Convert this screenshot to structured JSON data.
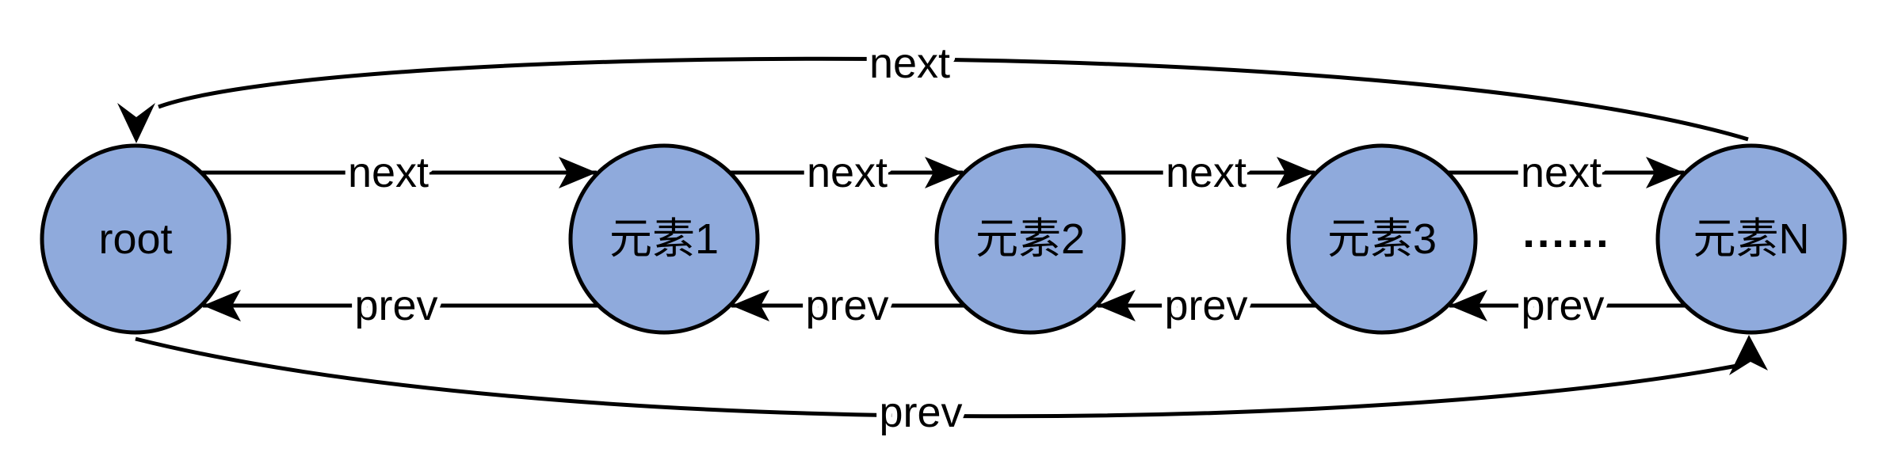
{
  "diagram": {
    "nodes": [
      {
        "id": "root",
        "label": "root"
      },
      {
        "id": "elem1",
        "label": "元素1"
      },
      {
        "id": "elem2",
        "label": "元素2"
      },
      {
        "id": "elem3",
        "label": "元素3"
      },
      {
        "id": "elemN",
        "label": "元素N"
      }
    ],
    "ellipsis": "......",
    "edges": {
      "next_inner": [
        {
          "from": "root",
          "to": "元素1",
          "label": "next"
        },
        {
          "from": "元素1",
          "to": "元素2",
          "label": "next"
        },
        {
          "from": "元素2",
          "to": "元素3",
          "label": "next"
        },
        {
          "from": "元素3",
          "to": "元素N",
          "label": "next"
        }
      ],
      "prev_inner": [
        {
          "from": "元素1",
          "to": "root",
          "label": "prev"
        },
        {
          "from": "元素2",
          "to": "元素1",
          "label": "prev"
        },
        {
          "from": "元素3",
          "to": "元素2",
          "label": "prev"
        },
        {
          "from": "元素N",
          "to": "元素3",
          "label": "prev"
        }
      ],
      "next_wrap": {
        "from": "元素N",
        "to": "root",
        "label": "next"
      },
      "prev_wrap": {
        "from": "root",
        "to": "元素N",
        "label": "prev"
      }
    },
    "colors": {
      "node_fill": "#8FAADC",
      "stroke": "#000000",
      "background": "#FFFFFF"
    }
  }
}
